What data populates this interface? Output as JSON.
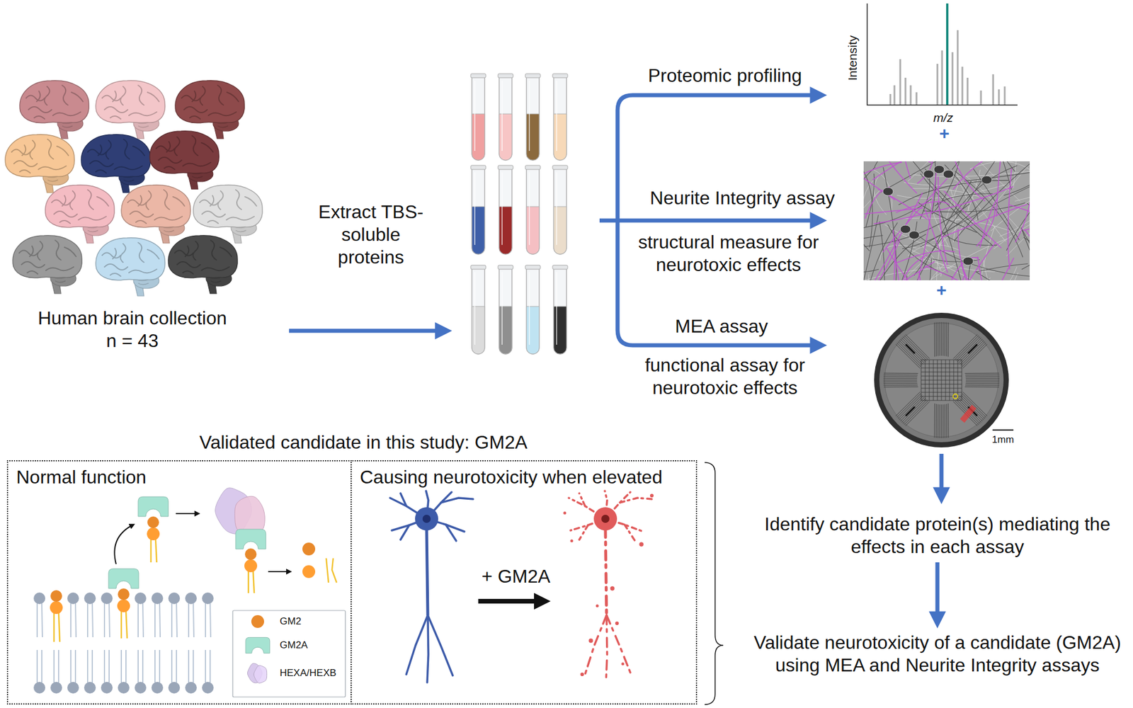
{
  "diagram": {
    "nodes": [
      {
        "text": [
          "Normal function"
        ]
      },
      {
        "text": [
          "Causing neurotoxicity when elevated"
        ]
      },
      {
        "text": [
          "Identify candidate protein(s) mediating the effects in each assay"
        ]
      },
      {
        "text": [
          "Validate neurotoxicity of a candidate (GM2A) using MEA and Neurite Integrity assays"
        ]
      }
    ],
    "edges": [
      {
        "from": 2,
        "to": 3,
        "arrow": "to"
      }
    ],
    "labels": [
      "Human brain collection n = 43",
      "Extract TBS-soluble proteins",
      "Proteomic profiling",
      "Neurite Integrity assay",
      "structural measure for neurotoxic effects",
      "MEA assay",
      "functional assay for neurotoxic effects",
      "Intensity",
      "m/z",
      "+",
      "+",
      "1mm",
      "Validated candidate in this study: GM2A",
      "+ GM2A"
    ],
    "legend": [
      {
        "text": "GM2",
        "color": "#E8892B"
      },
      {
        "text": "GM2A",
        "color": "#A6E3D2"
      },
      {
        "text": "HEXA/HEXB",
        "color": "#D9C9EC"
      }
    ]
  }
}
